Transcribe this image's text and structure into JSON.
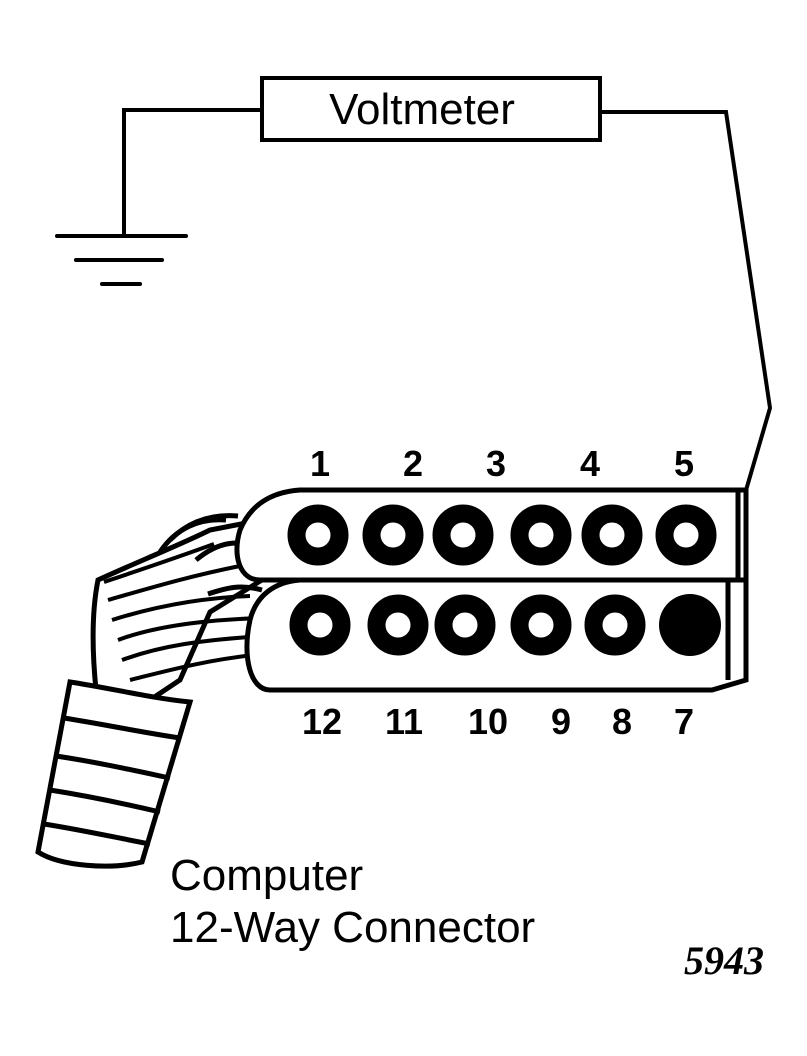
{
  "meter": {
    "label": "Voltmeter"
  },
  "connector": {
    "top_row": [
      "1",
      "2",
      "3",
      "4",
      "5"
    ],
    "bottom_row": [
      "12",
      "11",
      "10",
      "9",
      "8",
      "7"
    ],
    "probed_pin": "7"
  },
  "caption": {
    "line1": "Computer",
    "line2": "12-Way Connector"
  },
  "figure_id": "5943",
  "colors": {
    "ink": "#000000",
    "paper": "#ffffff"
  }
}
